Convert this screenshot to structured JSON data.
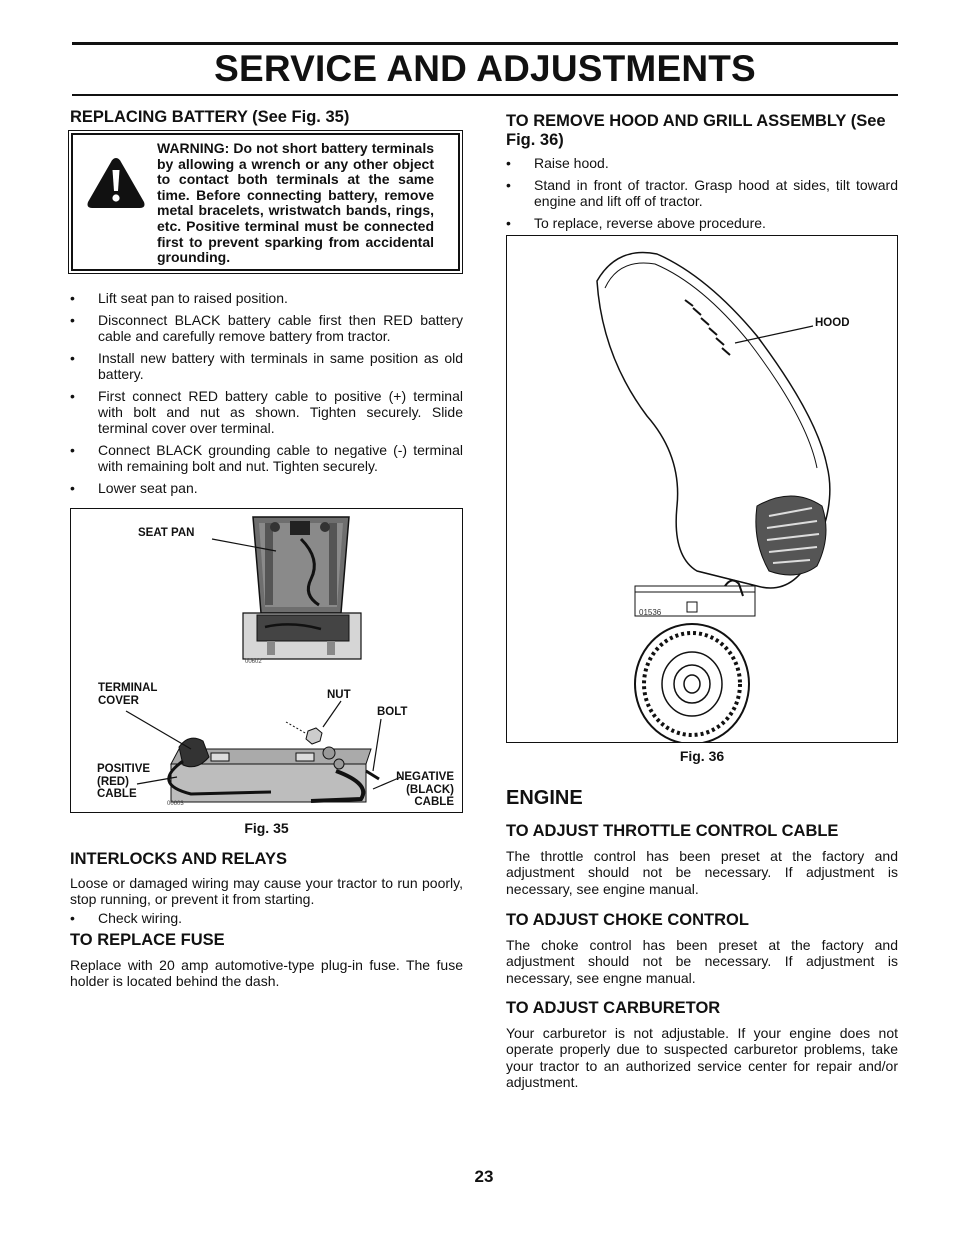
{
  "page_title": "SERVICE AND ADJUSTMENTS",
  "page_number": "23",
  "left": {
    "battery": {
      "heading": "REPLACING BATTERY (See Fig. 35)",
      "warning": "WARNING: Do not short battery terminals by allowing a wrench or any other object to contact both terminals at the same time. Before connecting battery, remove metal bracelets, wristwatch bands, rings, etc.  Positive terminal must be connected first to prevent sparking from accidental grounding.",
      "steps": [
        "Lift seat pan to raised position.",
        "Disconnect BLACK battery cable first then RED battery cable and carefully remove battery from tractor.",
        "Install new battery with terminals in same position as old battery.",
        "First connect RED battery cable to positive (+) terminal with bolt and nut as shown. Tighten securely. Slide terminal cover over terminal.",
        "Connect BLACK grounding cable to negative (-) terminal with remaining bolt and nut. Tighten securely.",
        "Lower seat pan."
      ]
    },
    "fig35": {
      "caption": "Fig. 35",
      "labels": {
        "seat_pan": "SEAT PAN",
        "terminal_cover_1": "TERMINAL",
        "terminal_cover_2": "COVER",
        "nut": "NUT",
        "bolt": "BOLT",
        "positive_1": "POSITIVE",
        "positive_2": "(RED)",
        "positive_3": "CABLE",
        "negative_1": "NEGATIVE",
        "negative_2": "(BLACK)",
        "negative_3": "CABLE"
      },
      "codes": {
        "top": "00602",
        "bottom": "00603"
      }
    },
    "interlocks": {
      "heading": "INTERLOCKS AND RELAYS",
      "body": "Loose or damaged wiring may cause your tractor to run poorly, stop running, or prevent it from starting.",
      "bullet": "Check wiring."
    },
    "fuse": {
      "heading": "TO REPLACE FUSE",
      "body": "Replace with 20 amp automotive-type plug-in fuse. The fuse holder is located behind the dash."
    }
  },
  "right": {
    "hood": {
      "heading": "TO REMOVE HOOD AND GRILL ASSEMBLY (See Fig. 36)",
      "steps": [
        "Raise hood.",
        "Stand in front of tractor.  Grasp hood at sides, tilt toward engine and lift off of tractor.",
        "To replace, reverse above procedure."
      ]
    },
    "fig36": {
      "caption": "Fig. 36",
      "hood_label": "HOOD",
      "code": "01536"
    },
    "engine": {
      "heading": "ENGINE",
      "throttle": {
        "heading": "TO ADJUST THROTTLE CONTROL CABLE",
        "body": "The throttle control has been preset at the factory and adjustment should not be necessary. If adjustment is necessary, see engine manual."
      },
      "choke": {
        "heading": "TO ADJUST CHOKE CONTROL",
        "body": "The choke control has been preset at the factory and adjustment should not be necessary. If adjustment is necessary, see engne manual."
      },
      "carburetor": {
        "heading": "TO ADJUST CARBURETOR",
        "body": "Your carburetor is not adjustable. If your engine does not operate properly due to suspected carburetor problems, take your tractor to an authorized service center for repair and/or adjustment."
      }
    }
  },
  "bullet_char": "•"
}
